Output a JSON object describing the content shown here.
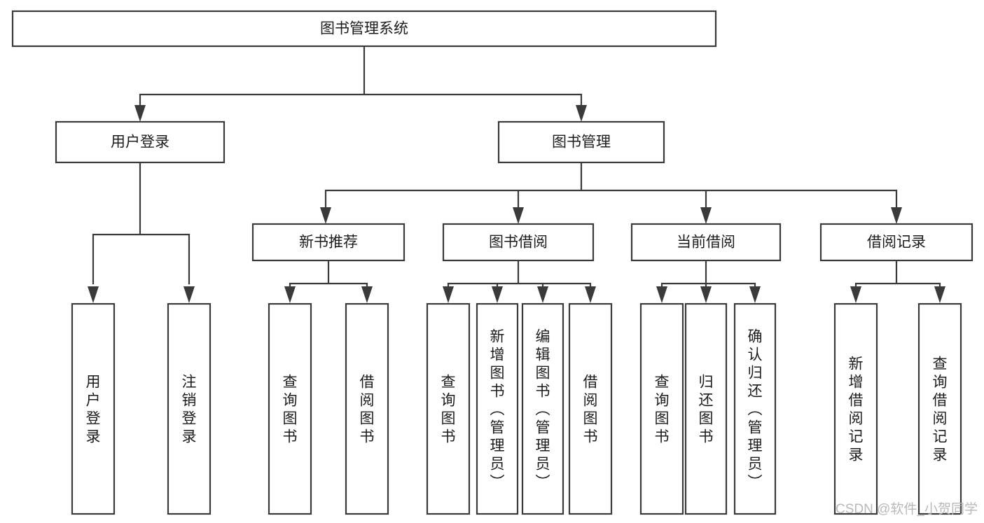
{
  "diagram": {
    "type": "tree",
    "title": "图书管理系统",
    "orientation": "top-down",
    "colors": {
      "box_stroke": "#3a3a3a",
      "box_fill": "#ffffff",
      "text": "#1c1c1c",
      "connector": "#3a3a3a",
      "watermark": "#b8b8b8",
      "background": "#ffffff"
    },
    "root": {
      "label": "图书管理系统"
    },
    "level2": [
      {
        "label": "用户登录"
      },
      {
        "label": "图书管理"
      }
    ],
    "level3": [
      {
        "label": "新书推荐"
      },
      {
        "label": "图书借阅"
      },
      {
        "label": "当前借阅"
      },
      {
        "label": "借阅记录"
      }
    ],
    "leaves": {
      "user_login": [
        {
          "label": "用户登录"
        },
        {
          "label": "注销登录"
        }
      ],
      "new_book_recommend": [
        {
          "label": "查询图书"
        },
        {
          "label": "借阅图书"
        }
      ],
      "book_borrow": [
        {
          "label": "查询图书"
        },
        {
          "label": "新增图书（管理员）"
        },
        {
          "label": "编辑图书（管理员）"
        },
        {
          "label": "借阅图书"
        }
      ],
      "current_borrow": [
        {
          "label": "查询图书"
        },
        {
          "label": "归还图书"
        },
        {
          "label": "确认归还（管理员）"
        }
      ],
      "borrow_record": [
        {
          "label": "新增借阅记录"
        },
        {
          "label": "查询借阅记录"
        }
      ]
    }
  },
  "watermark": {
    "text": "CSDN @软件_小贺同学"
  }
}
